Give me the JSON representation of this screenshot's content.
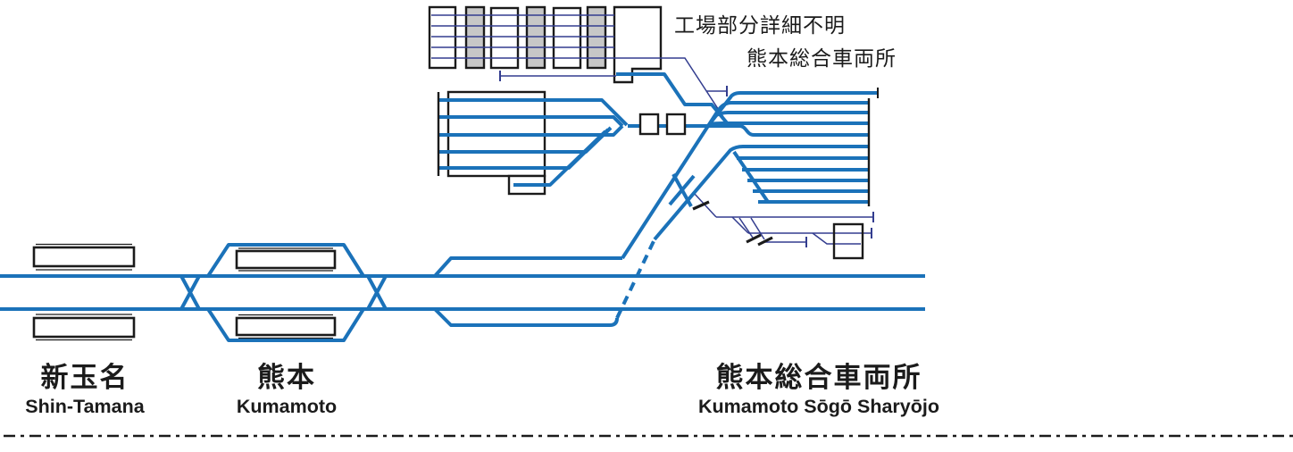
{
  "diagram": {
    "type": "railway-track-diagram",
    "stations": [
      {
        "name_ja": "新玉名",
        "name_en": "Shin-Tamana"
      },
      {
        "name_ja": "熊本",
        "name_en": "Kumamoto"
      },
      {
        "name_ja": "熊本総合車両所",
        "name_en": "Kumamoto Sōgō Sharyōjo"
      }
    ],
    "annotations": {
      "factory_note": "工場部分詳細不明",
      "depot_name": "熊本総合車両所"
    },
    "colors": {
      "track_blue": "#1B72B9",
      "siding_navy": "#333D8F",
      "outline_black": "#1B1B1B",
      "building_gray": "#C7C7C7"
    }
  }
}
